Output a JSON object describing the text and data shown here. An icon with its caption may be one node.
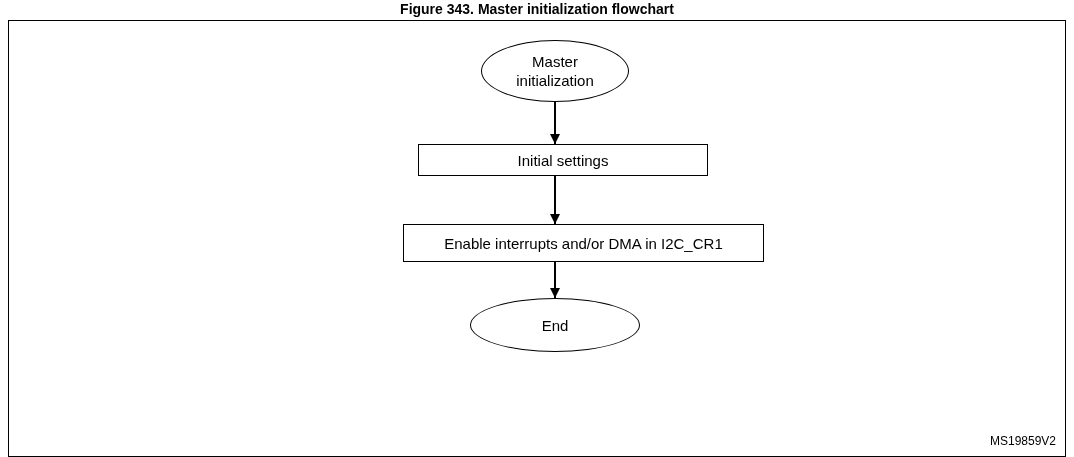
{
  "diagram": {
    "title": "Figure 343. Master initialization flowchart",
    "nodes": [
      {
        "text": [
          "Master initialization"
        ]
      },
      {
        "text": [
          "Initial settings"
        ]
      },
      {
        "text": [
          "Enable interrupts and/or DMA in I2C_CR1"
        ]
      },
      {
        "text": [
          "End"
        ]
      }
    ],
    "edges": [
      {
        "from": 0,
        "to": 1,
        "arrow": "to"
      },
      {
        "from": 1,
        "to": 2,
        "arrow": "to"
      },
      {
        "from": 2,
        "to": 3,
        "arrow": "to"
      }
    ],
    "labels": [
      "MS19859V2"
    ]
  }
}
